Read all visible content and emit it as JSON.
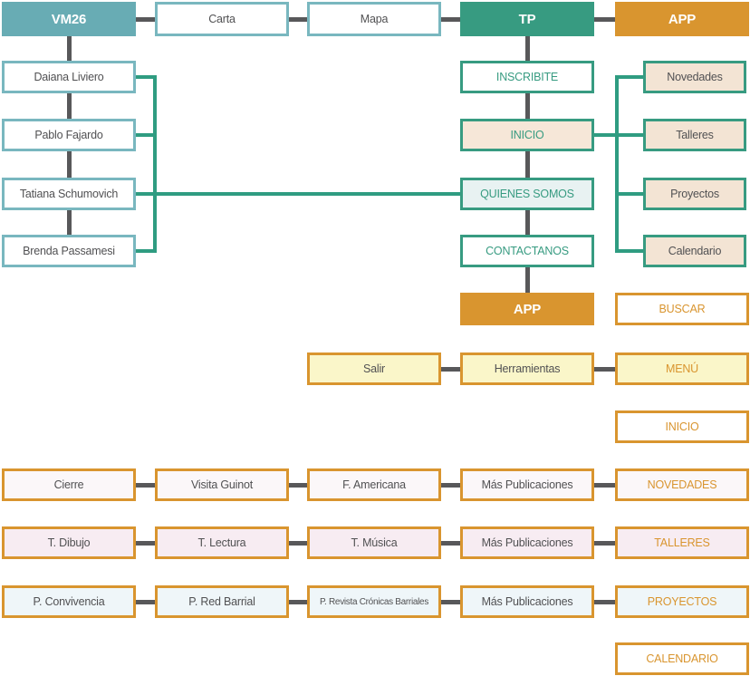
{
  "diagram": {
    "type": "sitemap-tree",
    "connector_colors": {
      "gray": {
        "hex": "#58585a",
        "thickness": 5
      },
      "green": {
        "hex": "#2f9c81",
        "thickness": 4
      },
      "orange": {
        "hex": "#d9952f",
        "thickness": 5
      }
    },
    "palette": {
      "teal_solid": "#68acb4",
      "teal_outline": "#79b7bf",
      "green": "#379b81",
      "orange": "#d9952f",
      "dark_text": "#515153",
      "white": "#ffffff",
      "beige": "#f3e4d4",
      "mint": "#e8f2f2",
      "yellow": "#faf6c9",
      "blush": "#fbf7f9",
      "pink": "#f7ecf2",
      "lightblue": "#eff6f9"
    },
    "styles": {
      "solidTeal": {
        "fill": "#68acb4",
        "border": "#68acb4",
        "text": "#ffffff",
        "bold": true
      },
      "solidGreen": {
        "fill": "#379b81",
        "border": "#379b81",
        "text": "#ffffff",
        "bold": true
      },
      "solidOrange": {
        "fill": "#d9952f",
        "border": "#d9952f",
        "text": "#ffffff",
        "bold": true
      },
      "outTeal": {
        "fill": "#ffffff",
        "border": "#79b7bf",
        "text": "#515153",
        "bold": false
      },
      "outGreenWhite": {
        "fill": "#ffffff",
        "border": "#379b81",
        "text": "#379b81",
        "bold": false
      },
      "outGreenBeigeGreen": {
        "fill": "#f6e7d8",
        "border": "#379b81",
        "text": "#379b81",
        "bold": false
      },
      "outGreenMint": {
        "fill": "#e8f2f2",
        "border": "#379b81",
        "text": "#379b81",
        "bold": false
      },
      "outGreenBeigeDark": {
        "fill": "#f3e4d4",
        "border": "#379b81",
        "text": "#515153",
        "bold": false
      },
      "outOrangeWhiteOrange": {
        "fill": "#ffffff",
        "border": "#d9952f",
        "text": "#d9952f",
        "bold": false
      },
      "outOrangeYellowDark": {
        "fill": "#faf6c9",
        "border": "#d9952f",
        "text": "#515153",
        "bold": false
      },
      "outOrangeYellowOrange": {
        "fill": "#faf6c9",
        "border": "#d9952f",
        "text": "#d9952f",
        "bold": false
      },
      "outOrangeBlushDark": {
        "fill": "#fbf7f9",
        "border": "#d9952f",
        "text": "#515153",
        "bold": false
      },
      "outOrangeBlushOrange": {
        "fill": "#fbf7f9",
        "border": "#d9952f",
        "text": "#d9952f",
        "bold": false
      },
      "outOrangePinkDark": {
        "fill": "#f7ecf2",
        "border": "#d9952f",
        "text": "#515153",
        "bold": false
      },
      "outOrangePinkOrange": {
        "fill": "#f7ecf2",
        "border": "#d9952f",
        "text": "#d9952f",
        "bold": false
      },
      "outOrangeBlueDark": {
        "fill": "#eff6f9",
        "border": "#d9952f",
        "text": "#515153",
        "bold": false
      },
      "outOrangeBlueOrange": {
        "fill": "#eff6f9",
        "border": "#d9952f",
        "text": "#d9952f",
        "bold": false
      }
    },
    "nodes": [
      {
        "id": "vm26",
        "label": "VM26",
        "col": 0,
        "row": 0,
        "style": "solidTeal"
      },
      {
        "id": "carta",
        "label": "Carta",
        "col": 1,
        "row": 0,
        "style": "outTeal"
      },
      {
        "id": "mapa",
        "label": "Mapa",
        "col": 2,
        "row": 0,
        "style": "outTeal"
      },
      {
        "id": "tp",
        "label": "TP",
        "col": 3,
        "row": 0,
        "style": "solidGreen"
      },
      {
        "id": "app-top",
        "label": "APP",
        "col": 4,
        "row": 0,
        "style": "solidOrange"
      },
      {
        "id": "daiana",
        "label": "Daiana Liviero",
        "col": 0,
        "row": 1,
        "style": "outTeal"
      },
      {
        "id": "pablo",
        "label": "Pablo Fajardo",
        "col": 0,
        "row": 2,
        "style": "outTeal"
      },
      {
        "id": "tatiana",
        "label": "Tatiana Schumovich",
        "col": 0,
        "row": 3,
        "style": "outTeal"
      },
      {
        "id": "brenda",
        "label": "Brenda Passamesi",
        "col": 0,
        "row": 4,
        "style": "outTeal"
      },
      {
        "id": "inscribite",
        "label": "INSCRIBITE",
        "col": 3,
        "row": 1,
        "style": "outGreenWhite"
      },
      {
        "id": "inicio-tp",
        "label": "INICIO",
        "col": 3,
        "row": 2,
        "style": "outGreenBeigeGreen"
      },
      {
        "id": "quienes-somos",
        "label": "QUIENES SOMOS",
        "col": 3,
        "row": 3,
        "style": "outGreenMint"
      },
      {
        "id": "contactanos",
        "label": "CONTACTANOS",
        "col": 3,
        "row": 4,
        "style": "outGreenWhite"
      },
      {
        "id": "novedades-sec",
        "label": "Novedades",
        "col": "sub",
        "row": 1,
        "style": "outGreenBeigeDark"
      },
      {
        "id": "talleres-sec",
        "label": "Talleres",
        "col": "sub",
        "row": 2,
        "style": "outGreenBeigeDark"
      },
      {
        "id": "proyectos-sec",
        "label": "Proyectos",
        "col": "sub",
        "row": 3,
        "style": "outGreenBeigeDark"
      },
      {
        "id": "calendario-sec",
        "label": "Calendario",
        "col": "sub",
        "row": 4,
        "style": "outGreenBeigeDark"
      },
      {
        "id": "app-mid",
        "label": "APP",
        "col": 3,
        "row": 5,
        "style": "solidOrange"
      },
      {
        "id": "buscar",
        "label": "BUSCAR",
        "col": 4,
        "row": 5,
        "style": "outOrangeWhiteOrange"
      },
      {
        "id": "salir",
        "label": "Salir",
        "col": 2,
        "row": 6,
        "style": "outOrangeYellowDark"
      },
      {
        "id": "herramientas",
        "label": "Herramientas",
        "col": 3,
        "row": 6,
        "style": "outOrangeYellowDark"
      },
      {
        "id": "menu",
        "label": "MENÚ",
        "col": 4,
        "row": 6,
        "style": "outOrangeYellowOrange"
      },
      {
        "id": "inicio-menu",
        "label": "INICIO",
        "col": 4,
        "row": 7,
        "style": "outOrangeWhiteOrange"
      },
      {
        "id": "cierre",
        "label": "Cierre",
        "col": 0,
        "row": 8,
        "style": "outOrangeBlushDark"
      },
      {
        "id": "visita-guinot",
        "label": "Visita Guinot",
        "col": 1,
        "row": 8,
        "style": "outOrangeBlushDark"
      },
      {
        "id": "f-americana",
        "label": "F. Americana",
        "col": 2,
        "row": 8,
        "style": "outOrangeBlushDark"
      },
      {
        "id": "mas-pub-nov",
        "label": "Más Publicaciones",
        "col": 3,
        "row": 8,
        "style": "outOrangeBlushDark"
      },
      {
        "id": "novedades-page",
        "label": "NOVEDADES",
        "col": 4,
        "row": 8,
        "style": "outOrangeBlushOrange"
      },
      {
        "id": "t-dibujo",
        "label": "T. Dibujo",
        "col": 0,
        "row": 9,
        "style": "outOrangePinkDark"
      },
      {
        "id": "t-lectura",
        "label": "T. Lectura",
        "col": 1,
        "row": 9,
        "style": "outOrangePinkDark"
      },
      {
        "id": "t-musica",
        "label": "T. Música",
        "col": 2,
        "row": 9,
        "style": "outOrangePinkDark"
      },
      {
        "id": "mas-pub-tal",
        "label": "Más Publicaciones",
        "col": 3,
        "row": 9,
        "style": "outOrangePinkDark"
      },
      {
        "id": "talleres-page",
        "label": "TALLERES",
        "col": 4,
        "row": 9,
        "style": "outOrangePinkOrange"
      },
      {
        "id": "p-convivencia",
        "label": "P. Convivencia",
        "col": 0,
        "row": 10,
        "style": "outOrangeBlueDark"
      },
      {
        "id": "p-red-barrial",
        "label": "P. Red Barrial",
        "col": 1,
        "row": 10,
        "style": "outOrangeBlueDark"
      },
      {
        "id": "p-revista",
        "label": "P. Revista Crónicas Barriales",
        "col": 2,
        "row": 10,
        "style": "outOrangeBlueDark"
      },
      {
        "id": "mas-pub-pro",
        "label": "Más Publicaciones",
        "col": 3,
        "row": 10,
        "style": "outOrangeBlueDark"
      },
      {
        "id": "proyectos-page",
        "label": "PROYECTOS",
        "col": 4,
        "row": 10,
        "style": "outOrangeBlueOrange"
      },
      {
        "id": "calendario-page",
        "label": "CALENDARIO",
        "col": 4,
        "row": 11,
        "style": "outOrangeWhiteOrange"
      }
    ],
    "edges": [
      {
        "from": "vm26",
        "to": "carta",
        "color": "gray"
      },
      {
        "from": "carta",
        "to": "mapa",
        "color": "gray"
      },
      {
        "from": "mapa",
        "to": "tp",
        "color": "gray"
      },
      {
        "from": "tp",
        "to": "app-top",
        "color": "gray"
      },
      {
        "from": "vm26",
        "to": "daiana",
        "color": "gray"
      },
      {
        "from": "daiana",
        "to": "pablo",
        "color": "gray"
      },
      {
        "from": "pablo",
        "to": "tatiana",
        "color": "gray"
      },
      {
        "from": "tatiana",
        "to": "brenda",
        "color": "gray"
      },
      {
        "from": "tp",
        "to": "inscribite",
        "color": "gray"
      },
      {
        "from": "inscribite",
        "to": "inicio-tp",
        "color": "gray"
      },
      {
        "from": "inicio-tp",
        "to": "quienes-somos",
        "color": "gray"
      },
      {
        "from": "quienes-somos",
        "to": "contactanos",
        "color": "gray"
      },
      {
        "from": "contactanos",
        "to": "app-mid",
        "color": "gray"
      },
      {
        "from": "salir",
        "to": "herramientas",
        "color": "gray"
      },
      {
        "from": "herramientas",
        "to": "menu",
        "color": "gray"
      },
      {
        "from": "cierre",
        "to": "visita-guinot",
        "color": "gray"
      },
      {
        "from": "visita-guinot",
        "to": "f-americana",
        "color": "gray"
      },
      {
        "from": "f-americana",
        "to": "mas-pub-nov",
        "color": "gray"
      },
      {
        "from": "mas-pub-nov",
        "to": "novedades-page",
        "color": "gray"
      },
      {
        "from": "t-dibujo",
        "to": "t-lectura",
        "color": "gray"
      },
      {
        "from": "t-lectura",
        "to": "t-musica",
        "color": "gray"
      },
      {
        "from": "t-musica",
        "to": "mas-pub-tal",
        "color": "gray"
      },
      {
        "from": "mas-pub-tal",
        "to": "talleres-page",
        "color": "gray"
      },
      {
        "from": "p-convivencia",
        "to": "p-red-barrial",
        "color": "gray"
      },
      {
        "from": "p-red-barrial",
        "to": "p-revista",
        "color": "gray"
      },
      {
        "from": "p-revista",
        "to": "mas-pub-pro",
        "color": "gray"
      },
      {
        "from": "mas-pub-pro",
        "to": "proyectos-page",
        "color": "gray"
      },
      {
        "from": "daiana",
        "to": "quienes-somos",
        "color": "green",
        "rail": 171
      },
      {
        "from": "pablo",
        "to": "quienes-somos",
        "color": "green",
        "rail": 171
      },
      {
        "from": "tatiana",
        "to": "quienes-somos",
        "color": "green",
        "rail": 171
      },
      {
        "from": "brenda",
        "to": "quienes-somos",
        "color": "green",
        "rail": 171
      },
      {
        "from": "inicio-tp",
        "to": "novedades-sec",
        "color": "green",
        "rail": 681
      },
      {
        "from": "inicio-tp",
        "to": "talleres-sec",
        "color": "green",
        "rail": 681
      },
      {
        "from": "inicio-tp",
        "to": "proyectos-sec",
        "color": "green",
        "rail": 681
      },
      {
        "from": "inicio-tp",
        "to": "calendario-sec",
        "color": "green",
        "rail": 681
      }
    ]
  }
}
